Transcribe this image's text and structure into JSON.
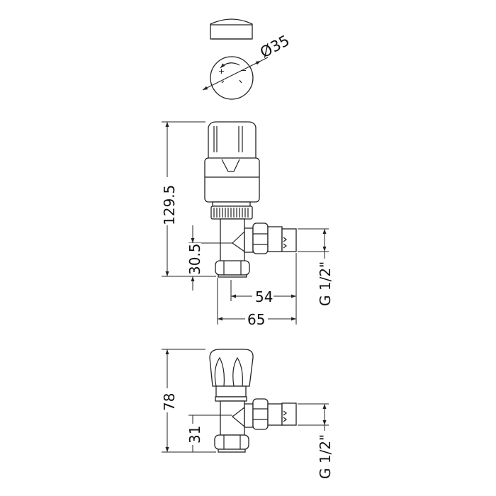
{
  "title": "Radiator valve technical drawing",
  "cap_view": {
    "diameter_label": "Ø35",
    "plus": "+",
    "minus": "−"
  },
  "thermostatic_valve": {
    "height_label": "129.5",
    "inlet_height_label": "30.5",
    "tail_length_label": "54",
    "overall_width_label": "65",
    "thread_label": "G 1/2\""
  },
  "manual_valve": {
    "height_label": "78",
    "inlet_height_label": "31",
    "thread_label": "G 1/2\""
  }
}
